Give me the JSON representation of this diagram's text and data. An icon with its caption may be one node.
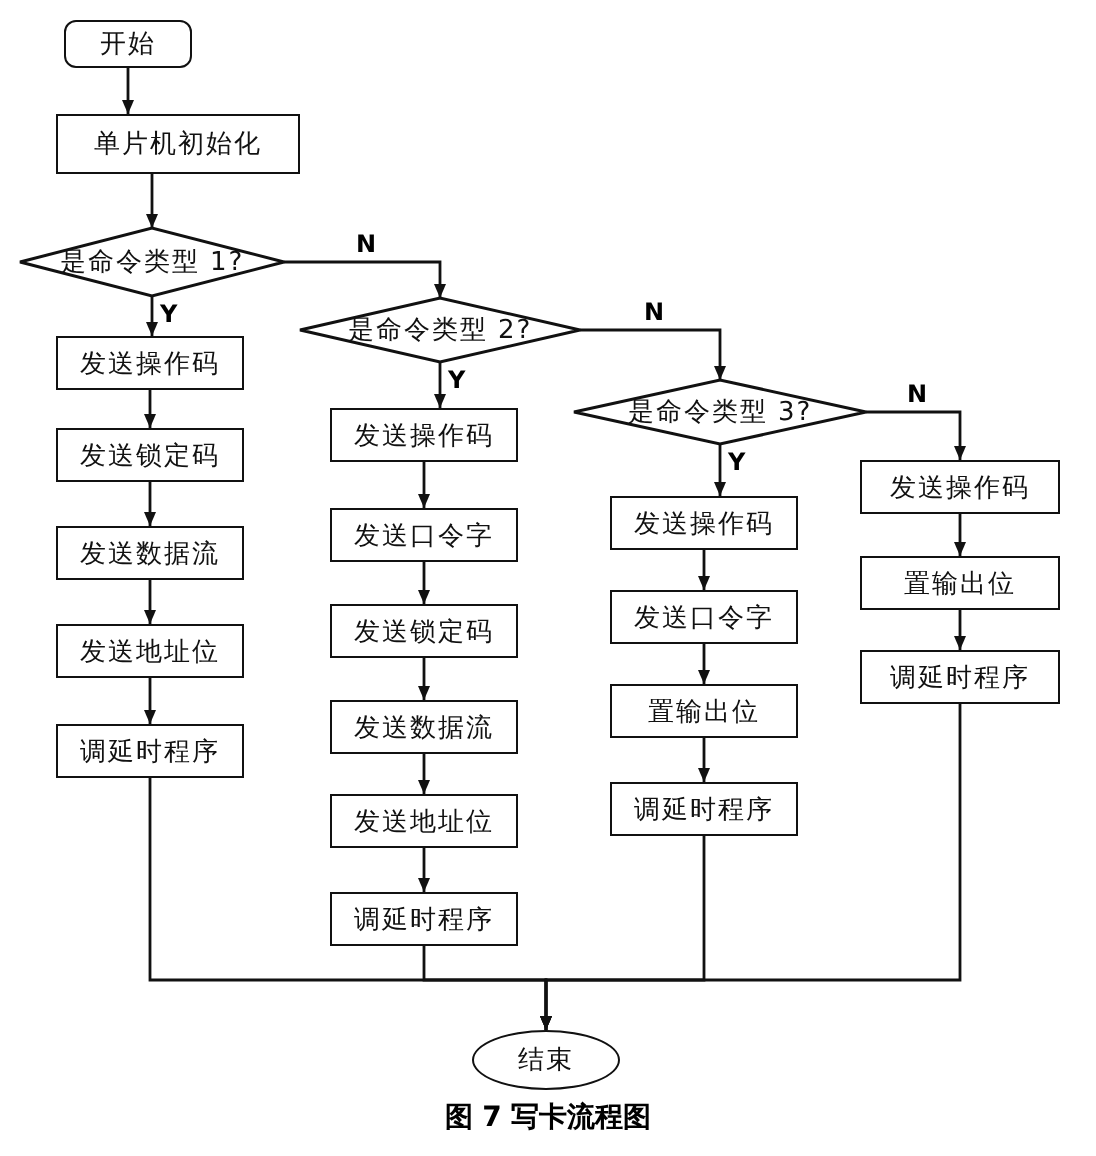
{
  "diagram": {
    "caption": "图 7 写卡流程图",
    "nodes": [
      {
        "text": [
          "开始"
        ]
      },
      {
        "text": [
          "单片机初始化"
        ]
      },
      {
        "text": [
          "是命令类型 1?"
        ]
      },
      {
        "text": [
          "发送操作码"
        ]
      },
      {
        "text": [
          "发送锁定码"
        ]
      },
      {
        "text": [
          "发送数据流"
        ]
      },
      {
        "text": [
          "发送地址位"
        ]
      },
      {
        "text": [
          "调延时程序"
        ]
      },
      {
        "text": [
          "是命令类型 2?"
        ]
      },
      {
        "text": [
          "发送操作码"
        ]
      },
      {
        "text": [
          "发送口令字"
        ]
      },
      {
        "text": [
          "发送锁定码"
        ]
      },
      {
        "text": [
          "发送数据流"
        ]
      },
      {
        "text": [
          "发送地址位"
        ]
      },
      {
        "text": [
          "调延时程序"
        ]
      },
      {
        "text": [
          "是命令类型 3?"
        ]
      },
      {
        "text": [
          "发送操作码"
        ]
      },
      {
        "text": [
          "发送口令字"
        ]
      },
      {
        "text": [
          "置输出位"
        ]
      },
      {
        "text": [
          "调延时程序"
        ]
      },
      {
        "text": [
          "发送操作码"
        ]
      },
      {
        "text": [
          "置输出位"
        ]
      },
      {
        "text": [
          "调延时程序"
        ]
      },
      {
        "text": [
          "结束"
        ]
      }
    ],
    "edges": [
      {
        "from": 0,
        "to": 1,
        "arrow": "to"
      },
      {
        "from": 1,
        "to": 2,
        "arrow": "to"
      },
      {
        "from": 2,
        "to": 3,
        "arrow": "to",
        "label": "Y"
      },
      {
        "from": 3,
        "to": 4,
        "arrow": "to"
      },
      {
        "from": 4,
        "to": 5,
        "arrow": "to"
      },
      {
        "from": 5,
        "to": 6,
        "arrow": "to"
      },
      {
        "from": 6,
        "to": 7,
        "arrow": "to"
      },
      {
        "from": 2,
        "to": 8,
        "arrow": "to",
        "label": "N"
      },
      {
        "from": 8,
        "to": 9,
        "arrow": "to",
        "label": "Y"
      },
      {
        "from": 9,
        "to": 10,
        "arrow": "to"
      },
      {
        "from": 10,
        "to": 11,
        "arrow": "to"
      },
      {
        "from": 11,
        "to": 12,
        "arrow": "to"
      },
      {
        "from": 12,
        "to": 13,
        "arrow": "to"
      },
      {
        "from": 13,
        "to": 14,
        "arrow": "to"
      },
      {
        "from": 8,
        "to": 15,
        "arrow": "to",
        "label": "N"
      },
      {
        "from": 15,
        "to": 16,
        "arrow": "to",
        "label": "Y"
      },
      {
        "from": 16,
        "to": 17,
        "arrow": "to"
      },
      {
        "from": 17,
        "to": 18,
        "arrow": "to"
      },
      {
        "from": 18,
        "to": 19,
        "arrow": "to"
      },
      {
        "from": 15,
        "to": 20,
        "arrow": "to",
        "label": "N"
      },
      {
        "from": 20,
        "to": 21,
        "arrow": "to"
      },
      {
        "from": 21,
        "to": 22,
        "arrow": "to"
      },
      {
        "from": 7,
        "to": 23,
        "arrow": "to"
      },
      {
        "from": 14,
        "to": 23,
        "arrow": "to"
      },
      {
        "from": 19,
        "to": 23,
        "arrow": "to"
      },
      {
        "from": 22,
        "to": 23,
        "arrow": "to"
      }
    ]
  }
}
